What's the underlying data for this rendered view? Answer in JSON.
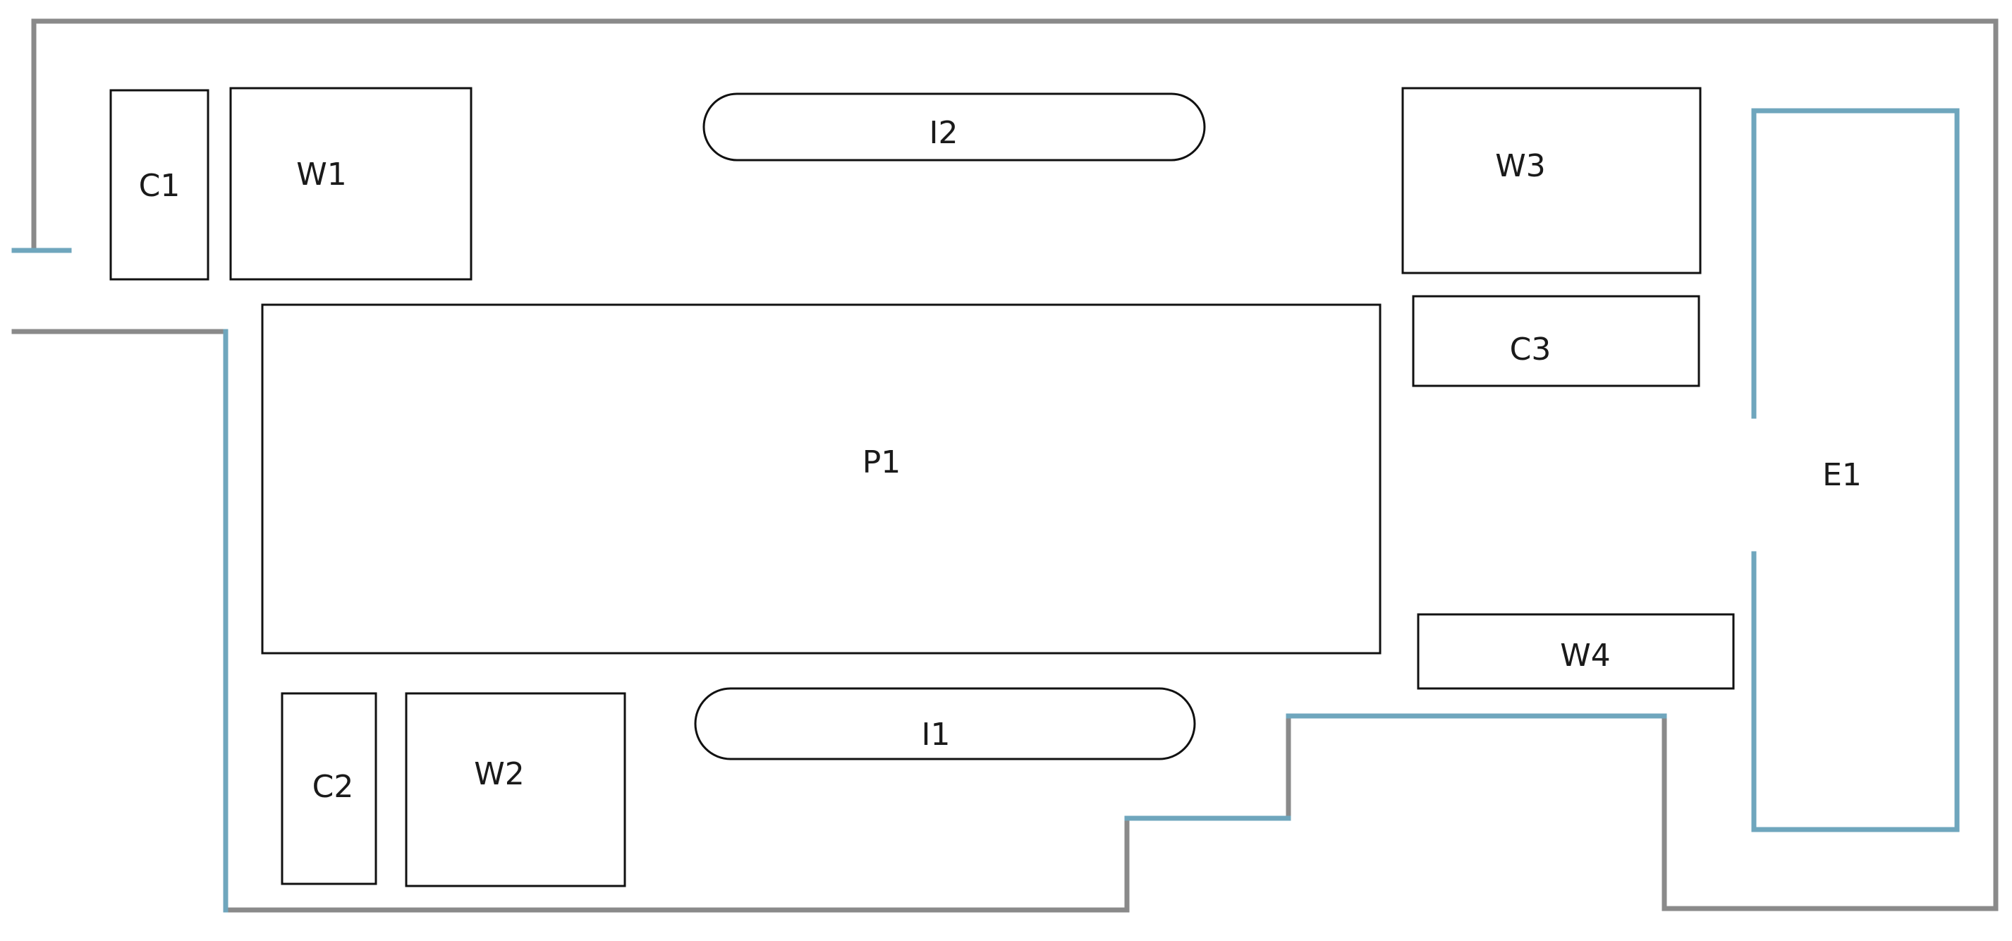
{
  "colors": {
    "wall_grey": "#8a8a8a",
    "wall_blue": "#6fa6bd",
    "box_stroke": "#111111",
    "background": "#ffffff"
  },
  "components": {
    "c1": "C1",
    "w1": "W1",
    "i2": "I2",
    "w3": "W3",
    "c3": "C3",
    "p1": "P1",
    "e1": "E1",
    "w4": "W4",
    "i1": "I1",
    "c2": "C2",
    "w2": "W2"
  }
}
